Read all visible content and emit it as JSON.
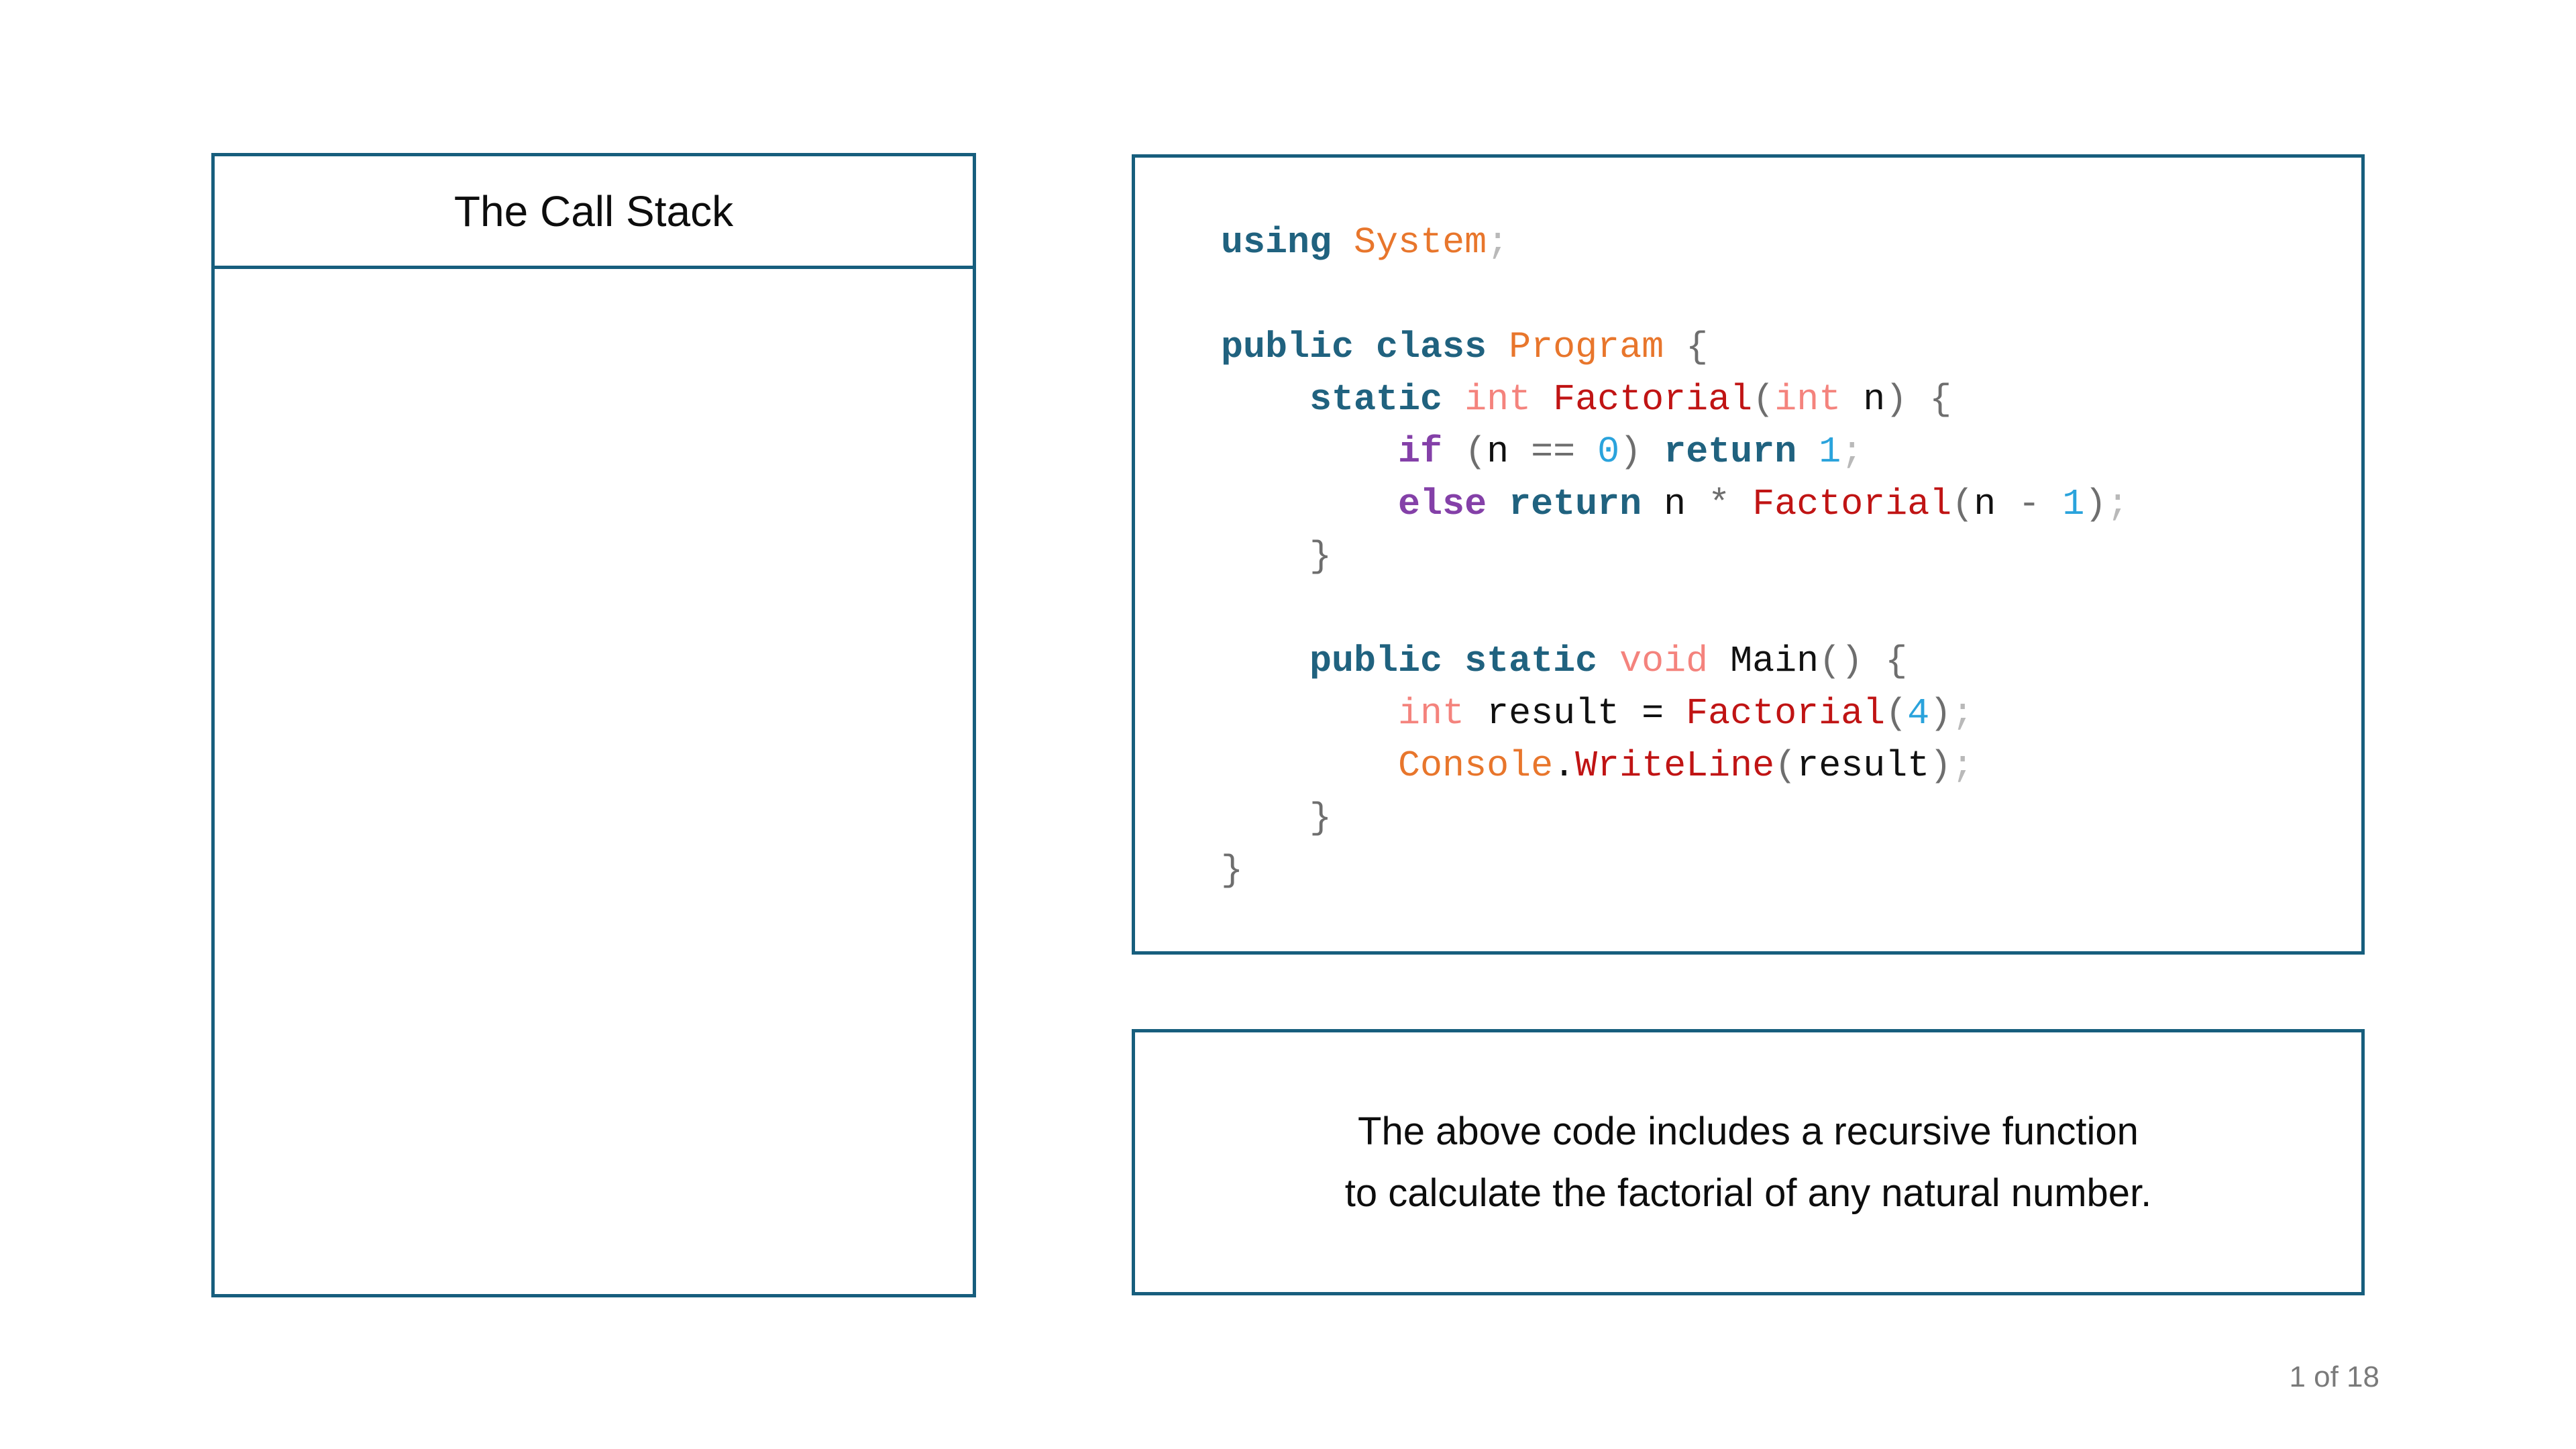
{
  "accent_color": "#175E7D",
  "callstack_panel": {
    "title": "The Call Stack"
  },
  "code_panel": {
    "token_colors": {
      "kw": "#20627F",
      "ctrl": "#8440A8",
      "type": "#F4837D",
      "fn": "#C01414",
      "ns": "#E8762C",
      "num": "#2AA3DC",
      "op": "#6E6E6E",
      "semi": "#B9B9B9",
      "plain": "#111111"
    },
    "lines": [
      [
        [
          "kw",
          "using"
        ],
        [
          "plain",
          " "
        ],
        [
          "ns",
          "System"
        ],
        [
          "semi",
          ";"
        ]
      ],
      [],
      [
        [
          "kw",
          "public class"
        ],
        [
          "plain",
          " "
        ],
        [
          "ns",
          "Program"
        ],
        [
          "plain",
          " "
        ],
        [
          "op",
          "{"
        ]
      ],
      [
        [
          "plain",
          "    "
        ],
        [
          "kw",
          "static"
        ],
        [
          "plain",
          " "
        ],
        [
          "type",
          "int"
        ],
        [
          "plain",
          " "
        ],
        [
          "fn",
          "Factorial"
        ],
        [
          "op",
          "("
        ],
        [
          "type",
          "int"
        ],
        [
          "plain",
          " n"
        ],
        [
          "op",
          ")"
        ],
        [
          "plain",
          " "
        ],
        [
          "op",
          "{"
        ]
      ],
      [
        [
          "plain",
          "        "
        ],
        [
          "ctrl",
          "if"
        ],
        [
          "plain",
          " "
        ],
        [
          "op",
          "("
        ],
        [
          "plain",
          "n"
        ],
        [
          "plain",
          " "
        ],
        [
          "op",
          "=="
        ],
        [
          "plain",
          " "
        ],
        [
          "num",
          "0"
        ],
        [
          "op",
          ")"
        ],
        [
          "plain",
          " "
        ],
        [
          "kw",
          "return"
        ],
        [
          "plain",
          " "
        ],
        [
          "num",
          "1"
        ],
        [
          "semi",
          ";"
        ]
      ],
      [
        [
          "plain",
          "        "
        ],
        [
          "ctrl",
          "else"
        ],
        [
          "plain",
          " "
        ],
        [
          "kw",
          "return"
        ],
        [
          "plain",
          " n "
        ],
        [
          "op",
          "*"
        ],
        [
          "plain",
          " "
        ],
        [
          "fn",
          "Factorial"
        ],
        [
          "op",
          "("
        ],
        [
          "plain",
          "n"
        ],
        [
          "plain",
          " "
        ],
        [
          "op",
          "-"
        ],
        [
          "plain",
          " "
        ],
        [
          "num",
          "1"
        ],
        [
          "op",
          ")"
        ],
        [
          "semi",
          ";"
        ]
      ],
      [
        [
          "plain",
          "    "
        ],
        [
          "op",
          "}"
        ]
      ],
      [],
      [
        [
          "plain",
          "    "
        ],
        [
          "kw",
          "public static"
        ],
        [
          "plain",
          " "
        ],
        [
          "type",
          "void"
        ],
        [
          "plain",
          " Main"
        ],
        [
          "op",
          "()"
        ],
        [
          "plain",
          " "
        ],
        [
          "op",
          "{"
        ]
      ],
      [
        [
          "plain",
          "        "
        ],
        [
          "type",
          "int"
        ],
        [
          "plain",
          " result = "
        ],
        [
          "fn",
          "Factorial"
        ],
        [
          "op",
          "("
        ],
        [
          "num",
          "4"
        ],
        [
          "op",
          ")"
        ],
        [
          "semi",
          ";"
        ]
      ],
      [
        [
          "plain",
          "        "
        ],
        [
          "ns",
          "Console"
        ],
        [
          "plain",
          "."
        ],
        [
          "fn",
          "WriteLine"
        ],
        [
          "op",
          "("
        ],
        [
          "plain",
          "result"
        ],
        [
          "op",
          ")"
        ],
        [
          "semi",
          ";"
        ]
      ],
      [
        [
          "plain",
          "    "
        ],
        [
          "op",
          "}"
        ]
      ],
      [
        [
          "op",
          "}"
        ]
      ]
    ]
  },
  "caption_panel": {
    "lines": {
      "0": "The above code includes a recursive function",
      "1": "to calculate the factorial of any natural number."
    }
  },
  "footer": {
    "page_indicator": "1 of 18"
  }
}
